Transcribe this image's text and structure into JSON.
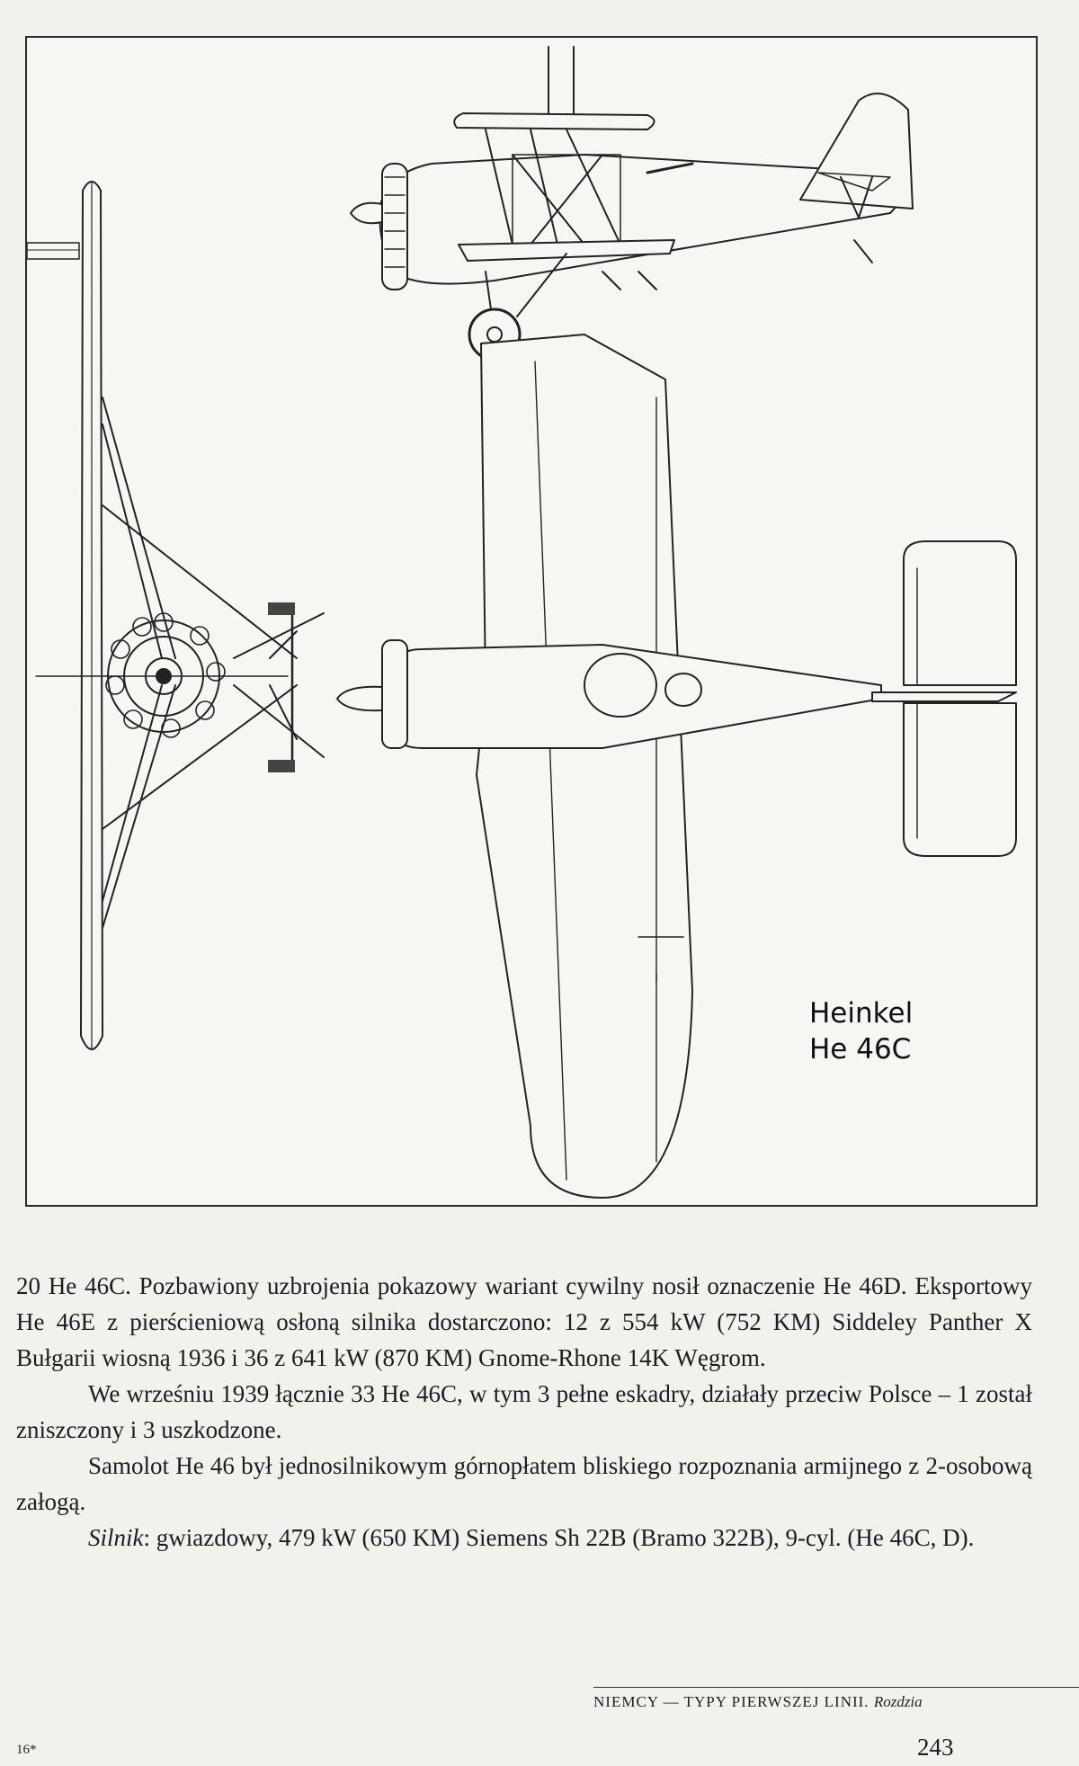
{
  "figure": {
    "label_line1": "Heinkel",
    "label_line2": "He 46C"
  },
  "text": {
    "p1": "20 He 46C. Pozbawiony uzbrojenia pokazowy wariant cywilny nosił oznaczenie He 46D. Eksportowy He 46E z pierścieniową osłoną silnika dostarczono: 12 z 554 kW (752 KM) Siddeley Panther X Bułgarii wiosną 1936 i 36 z 641 kW (870 KM) Gnome-Rhone 14K Węgrom.",
    "p2": "We wrześniu 1939 łącznie 33 He 46C, w tym 3 pełne eskadry, działały przeciw Polsce – 1 został zniszczony i 3 uszkodzone.",
    "p3": "Samolot He 46 był jednosilnikowym górnopłatem bliskiego rozpoznania armijnego z 2-osobową załogą.",
    "p4_label": "Silnik",
    "p4_text": ": gwiazdowy, 479 kW (650 KM) Siemens Sh 22B (Bramo 322B), 9-cyl. (He 46C, D)."
  },
  "footer": {
    "running_head": "NIEMCY — TYPY PIERWSZEJ LINII.",
    "running_head_chapter": "Rozdzia",
    "signature": "16*",
    "page_number": "243"
  }
}
